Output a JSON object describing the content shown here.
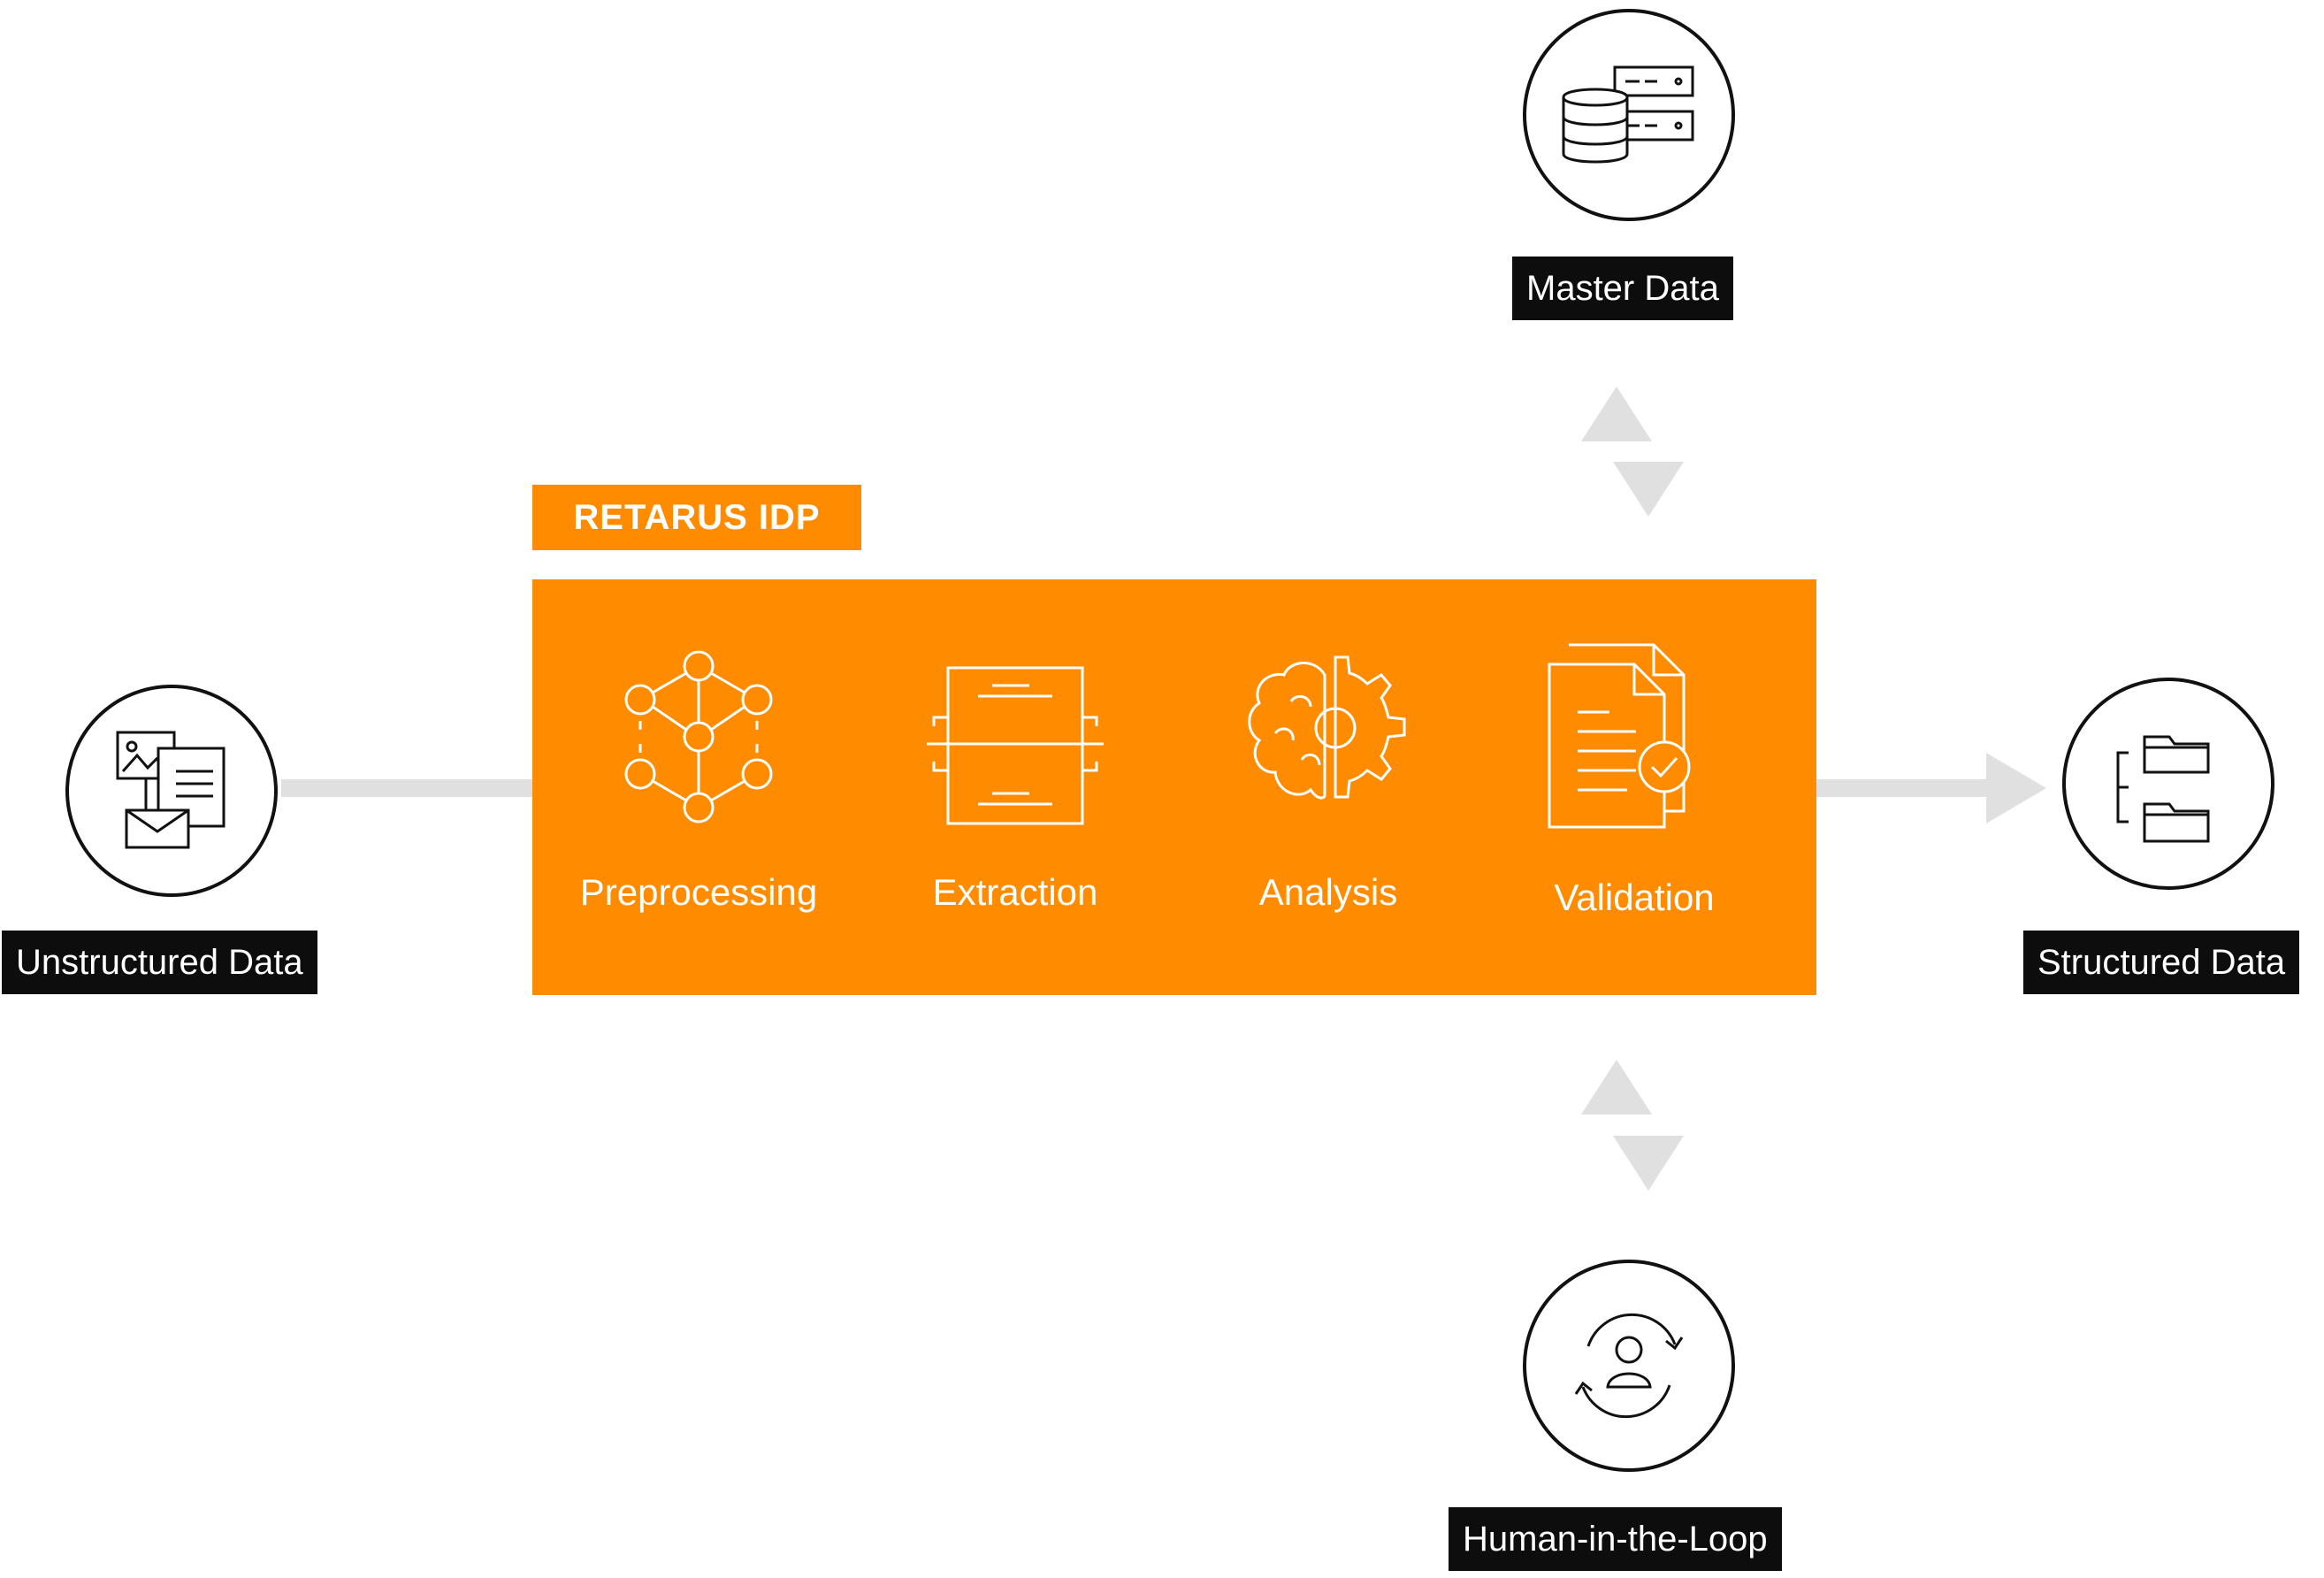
{
  "idp_title": "RETARUS IDP",
  "steps": [
    {
      "label": "Preprocessing",
      "icon": "network-nodes-icon"
    },
    {
      "label": "Extraction",
      "icon": "document-scan-icon"
    },
    {
      "label": "Analysis",
      "icon": "brain-gear-icon"
    },
    {
      "label": "Validation",
      "icon": "document-check-icon"
    }
  ],
  "nodes": {
    "unstructured": {
      "label": "Unstructured Data",
      "icon": "documents-icon"
    },
    "structured": {
      "label": "Structured Data",
      "icon": "folders-icon"
    },
    "master": {
      "label": "Master Data",
      "icon": "database-server-icon"
    },
    "human": {
      "label": "Human-in-the-Loop",
      "icon": "user-cycle-icon"
    }
  },
  "colors": {
    "accent": "#ff8c00",
    "label_bg": "#0d0d0d",
    "connector": "#e0e0e0"
  }
}
